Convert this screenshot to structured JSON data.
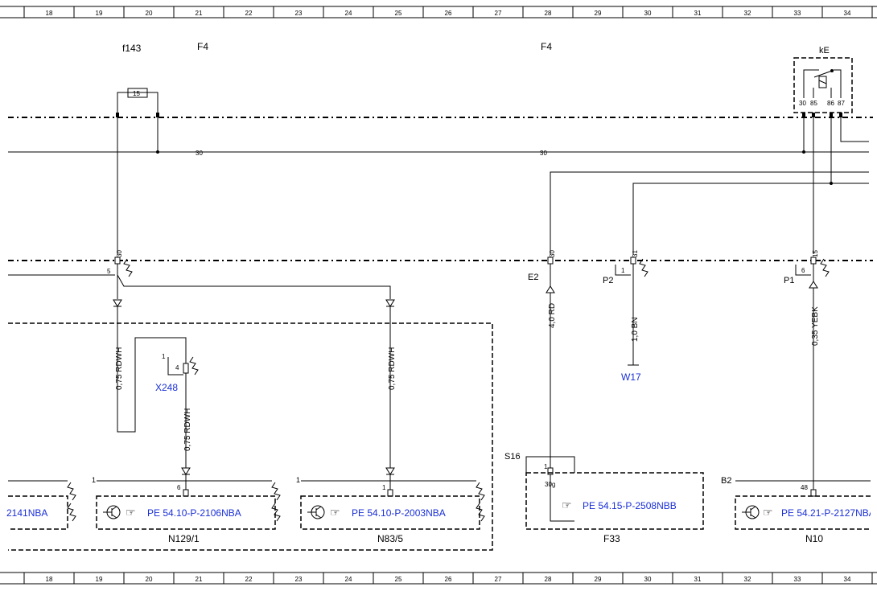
{
  "grid_columns": [
    "18",
    "19",
    "20",
    "21",
    "22",
    "23",
    "24",
    "25",
    "26",
    "27",
    "28",
    "29",
    "30",
    "31",
    "32",
    "33",
    "34"
  ],
  "headers": {
    "fuse_id": "f143",
    "f4_left": "F4",
    "f4_right": "F4",
    "relay_id": "kE"
  },
  "fuse": {
    "rating": "15"
  },
  "relay_pins": [
    "30",
    "85",
    "86",
    "87"
  ],
  "bus": {
    "label_left": "30",
    "label_right": "30"
  },
  "pins": {
    "p30a": "30",
    "p5": "5",
    "p30b": "30",
    "e2": "E2",
    "p31": "31",
    "p1a": "1",
    "p2": "P2",
    "p15": "15",
    "p6a": "6",
    "p1": "P1",
    "x248_1": "1",
    "x248_4": "4",
    "s16_1": "1",
    "s16_30g": "30g",
    "s16": "S16",
    "n129_1": "1",
    "n129_6": "6",
    "n83_1": "1",
    "n83_pin": "1",
    "b2": "B2",
    "n10_48": "48"
  },
  "wires": {
    "w1": "0,75 RDWH",
    "w2": "0,75 RDWH",
    "w3": "0,75 RDWH",
    "w4": "4,0 RD",
    "w5": "1,0 BN",
    "w6": "0,35 YEBK"
  },
  "connectors": {
    "x248": "X248",
    "w17": "W17"
  },
  "modules": {
    "m0_ref": "2141NBA",
    "n129_ref": "PE 54.10-P-2106NBA",
    "n129_label": "N129/1",
    "n83_ref": "PE 54.10-P-2003NBA",
    "n83_label": "N83/5",
    "f33_ref": "PE 54.15-P-2508NBB",
    "f33_label": "F33",
    "n10_ref": "PE 54.21-P-2127NBA",
    "n10_label": "N10"
  },
  "glyphs": {
    "hand": "☞"
  }
}
